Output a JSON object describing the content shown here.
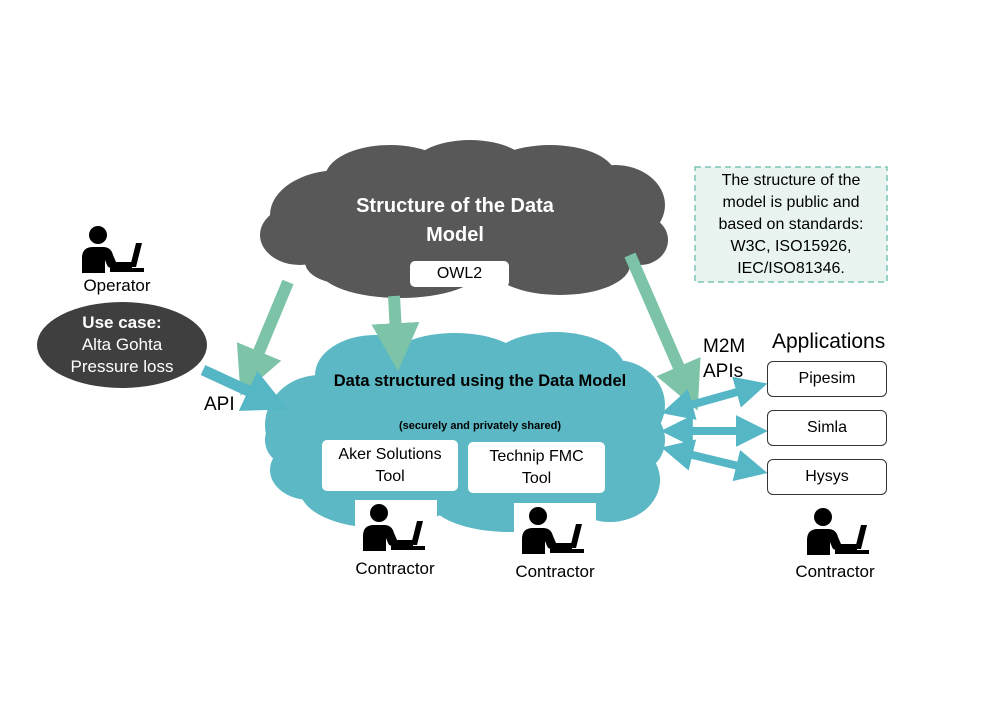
{
  "structure_cloud": {
    "title": "Structure of the Data Model",
    "owl_label": "OWL2",
    "color": "#585858"
  },
  "data_cloud": {
    "title": "Data structured using the Data Model",
    "subtitle": "(securely and privately shared)",
    "color": "#5BB8C4",
    "tools": [
      {
        "label": "Aker Solutions Tool"
      },
      {
        "label": "Technip FMC Tool"
      }
    ]
  },
  "standards_note": {
    "text": "The structure of the model is public and based on standards: W3C, ISO15926, IEC/ISO81346.",
    "fill": "#E9F4F1",
    "border": "#7CC3B6"
  },
  "operator": {
    "label": "Operator",
    "use_case_title": "Use case:",
    "use_case_lines": [
      "Alta Gohta",
      "Pressure loss"
    ]
  },
  "api_label": "API",
  "m2m_label": "M2M APIs",
  "applications": {
    "heading": "Applications",
    "items": [
      "Pipesim",
      "Simla",
      "Hysys"
    ]
  },
  "contractor_label": "Contractor",
  "colors": {
    "arrow_green": "#7CC3A8",
    "arrow_teal": "#55B6C6",
    "dark": "#3f3f3f"
  },
  "icons": [
    "person-at-laptop-icon"
  ]
}
